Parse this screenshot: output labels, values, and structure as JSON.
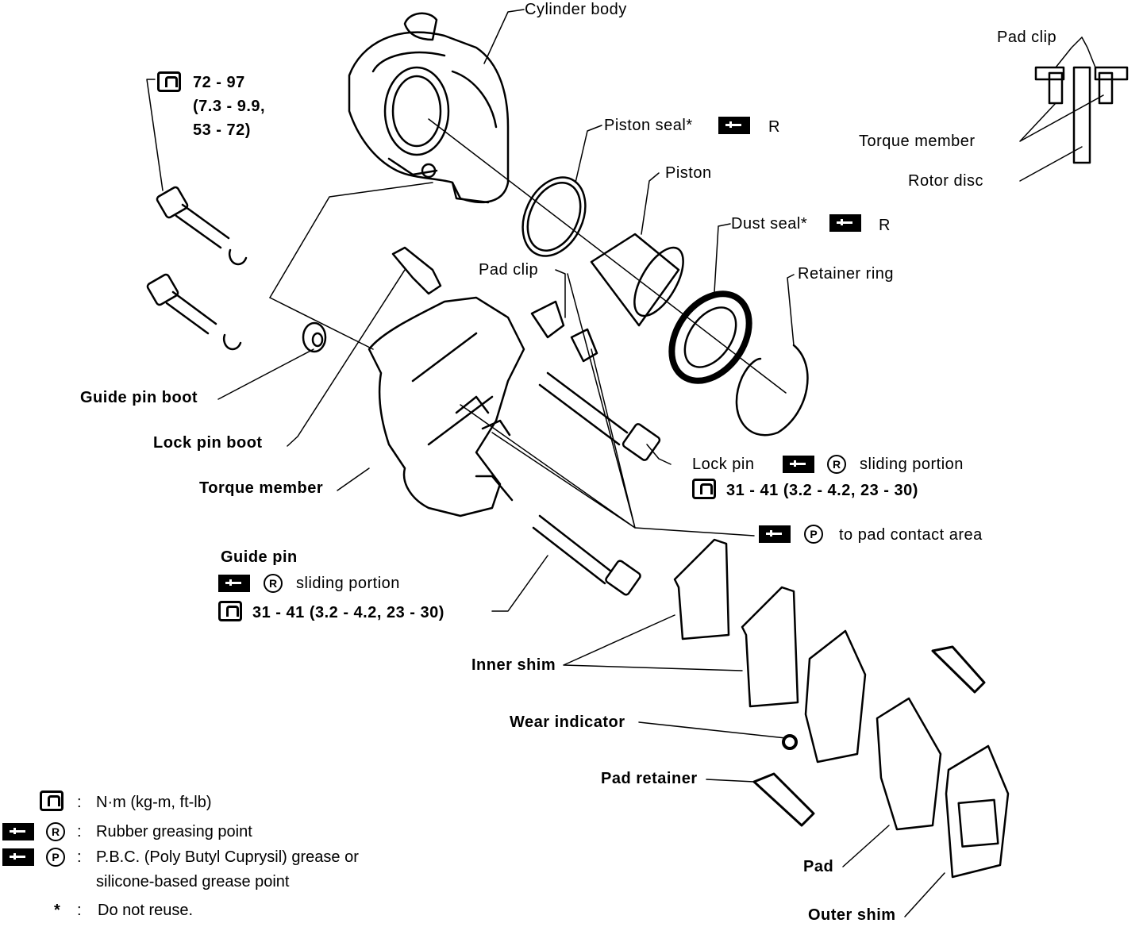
{
  "labels": {
    "cylinder_body": "Cylinder body",
    "torque_spec_top_1": "72 - 97",
    "torque_spec_top_2": "(7.3 - 9.9,",
    "torque_spec_top_3": "53 - 72)",
    "piston_seal": "Piston seal*",
    "piston_seal_r": "R",
    "piston": "Piston",
    "dust_seal": "Dust seal*",
    "dust_seal_r": "R",
    "retainer_ring": "Retainer ring",
    "pad_clip_top": "Pad clip",
    "torque_member_top": "Torque member",
    "rotor_disc": "Rotor disc",
    "pad_clip_mid": "Pad clip",
    "guide_pin_boot": "Guide pin boot",
    "lock_pin_boot": "Lock pin boot",
    "torque_member_mid": "Torque member",
    "lock_pin": "Lock pin",
    "lock_pin_r": "R",
    "lock_pin_sliding": "sliding portion",
    "lock_pin_torque": "31 - 41 (3.2 - 4.2, 23 - 30)",
    "pad_contact_p": "P",
    "pad_contact_text": "to pad contact area",
    "guide_pin": "Guide pin",
    "guide_pin_r": "R",
    "guide_pin_sliding": "sliding portion",
    "guide_pin_torque": "31 - 41 (3.2 - 4.2, 23 - 30)",
    "inner_shim": "Inner shim",
    "wear_indicator": "Wear indicator",
    "pad_retainer": "Pad retainer",
    "pad": "Pad",
    "outer_shim": "Outer shim"
  },
  "legend": {
    "torque_units": "N·m (kg-m, ft-lb)",
    "rubber_r": "R",
    "rubber_text": "Rubber greasing point",
    "pbc_p": "P",
    "pbc_text_1": "P.B.C. (Poly Butyl Cuprysil) grease or",
    "pbc_text_2": "silicone-based grease point",
    "star": "*",
    "star_text": "Do not reuse.",
    "colon": ":"
  },
  "icons": [
    "wrench-torque-icon",
    "grease-gun-icon"
  ]
}
